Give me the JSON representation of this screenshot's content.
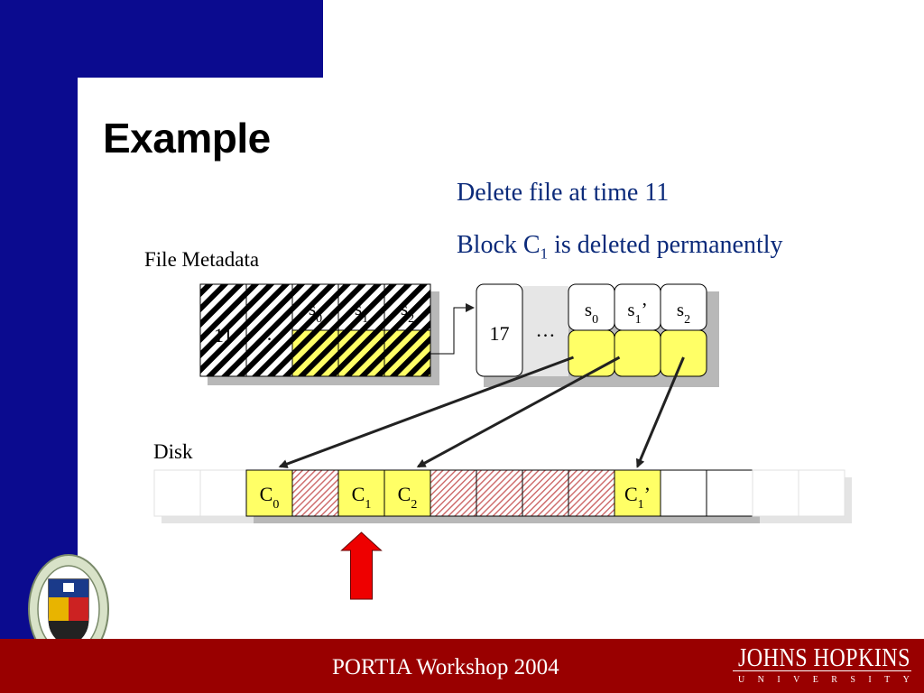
{
  "slide": {
    "title": "Example",
    "notes": [
      {
        "text": "Delete file at time 11"
      },
      {
        "prefix": "Block C",
        "sub": "1",
        "suffix": " is deleted permanently"
      }
    ],
    "metadata_label": "File Metadata",
    "disk_label": "Disk"
  },
  "footer": {
    "event": "PORTIA Workshop 2004",
    "university_name": "JOHNS HOPKINS",
    "university_word": [
      "U",
      "N",
      "I",
      "V",
      "E",
      "R",
      "S",
      "I",
      "T",
      "Y"
    ]
  },
  "old_metadata": {
    "time": "11",
    "ellipsis": "…",
    "slots": [
      {
        "base": "s",
        "sub": "0",
        "prime": ""
      },
      {
        "base": "s",
        "sub": "1",
        "prime": ""
      },
      {
        "base": "s",
        "sub": "2",
        "prime": ""
      }
    ]
  },
  "new_metadata": {
    "time": "17",
    "ellipsis": "…",
    "slots": [
      {
        "base": "s",
        "sub": "0",
        "prime": ""
      },
      {
        "base": "s",
        "sub": "1",
        "prime": "’"
      },
      {
        "base": "s",
        "sub": "2",
        "prime": ""
      }
    ]
  },
  "disk": {
    "blocks": [
      {
        "state": "empty-faded",
        "base": "",
        "sub": "",
        "prime": ""
      },
      {
        "state": "empty-faded",
        "base": "",
        "sub": "",
        "prime": ""
      },
      {
        "state": "data",
        "base": "C",
        "sub": "0",
        "prime": ""
      },
      {
        "state": "deleted",
        "base": "",
        "sub": "",
        "prime": ""
      },
      {
        "state": "data",
        "base": "C",
        "sub": "1",
        "prime": ""
      },
      {
        "state": "data",
        "base": "C",
        "sub": "2",
        "prime": ""
      },
      {
        "state": "deleted",
        "base": "",
        "sub": "",
        "prime": ""
      },
      {
        "state": "deleted",
        "base": "",
        "sub": "",
        "prime": ""
      },
      {
        "state": "deleted",
        "base": "",
        "sub": "",
        "prime": ""
      },
      {
        "state": "deleted",
        "base": "",
        "sub": "",
        "prime": ""
      },
      {
        "state": "data",
        "base": "C",
        "sub": "1",
        "prime": "’"
      },
      {
        "state": "empty",
        "base": "",
        "sub": "",
        "prime": ""
      },
      {
        "state": "empty",
        "base": "",
        "sub": "",
        "prime": ""
      },
      {
        "state": "empty-faded",
        "base": "",
        "sub": "",
        "prime": ""
      },
      {
        "state": "empty-faded",
        "base": "",
        "sub": "",
        "prime": ""
      }
    ]
  },
  "pointers": [
    {
      "from_slot": 0,
      "to_block": 2
    },
    {
      "from_slot": 1,
      "to_block": 5
    },
    {
      "from_slot": 2,
      "to_block": 10
    }
  ],
  "highlight": {
    "block": 4,
    "color": "#ee0000"
  },
  "colors": {
    "slide_blue": "#0b0b8f",
    "footer_red": "#990000",
    "note_text": "#0b2a7a",
    "yellow": "#ffff66",
    "deleted_hatch": "#cc6666",
    "shadow": "#b8b8b8"
  }
}
